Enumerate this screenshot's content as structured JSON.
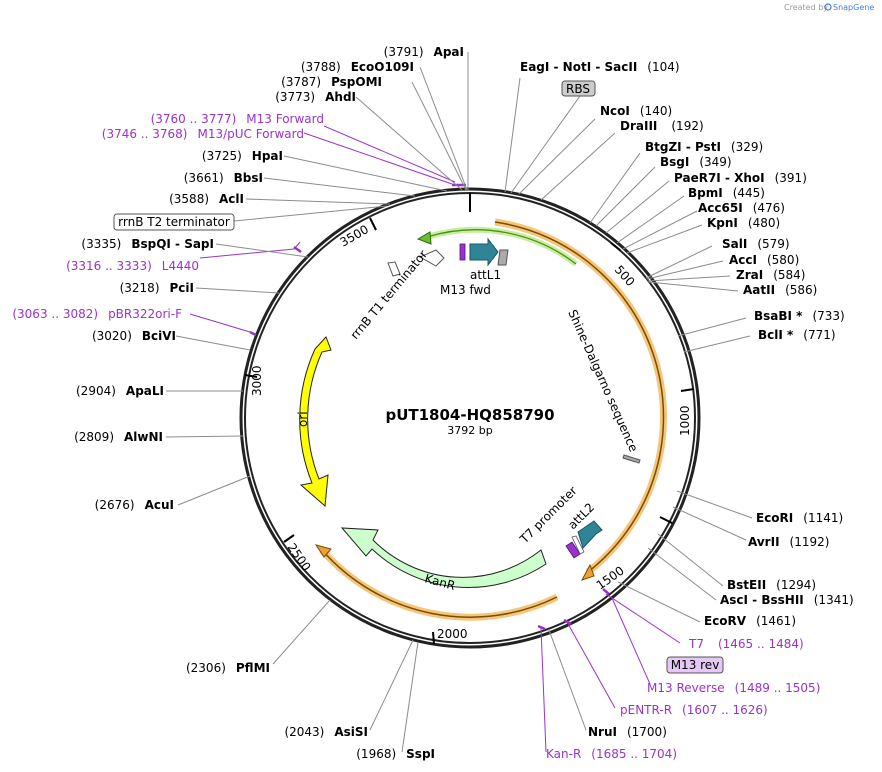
{
  "credit": {
    "prefix": "Created by",
    "brand": "SnapGene"
  },
  "plasmid": {
    "name": "pUT1804-HQ858790",
    "size": "3792 bp"
  },
  "ticks": [
    "500",
    "1000",
    "1500",
    "2000",
    "2500",
    "3000",
    "3500"
  ],
  "sites_right": [
    {
      "name": "EagI  -  NotI  -  SacII",
      "pos": "(104)"
    },
    {
      "name": "NcoI",
      "pos": "(140)"
    },
    {
      "name": "DraIII",
      "pos": "(192)"
    },
    {
      "name": "BtgZI  -  PstI",
      "pos": "(329)"
    },
    {
      "name": "BsgI",
      "pos": "(349)"
    },
    {
      "name": "PaeR7I  -  XhoI",
      "pos": "(391)"
    },
    {
      "name": "BpmI",
      "pos": "(445)"
    },
    {
      "name": "Acc65I",
      "pos": "(476)"
    },
    {
      "name": "KpnI",
      "pos": "(480)"
    },
    {
      "name": "SalI",
      "pos": "(579)"
    },
    {
      "name": "AccI",
      "pos": "(580)"
    },
    {
      "name": "ZraI",
      "pos": "(584)"
    },
    {
      "name": "AatII",
      "pos": "(586)"
    },
    {
      "name": "BsaBI *",
      "pos": "(733)"
    },
    {
      "name": "BclI *",
      "pos": "(771)"
    },
    {
      "name": "EcoRI",
      "pos": "(1141)"
    },
    {
      "name": "AvrII",
      "pos": "(1192)"
    },
    {
      "name": "BstEII",
      "pos": "(1294)"
    },
    {
      "name": "AscI  -  BssHII",
      "pos": "(1341)"
    },
    {
      "name": "EcoRV",
      "pos": "(1461)"
    },
    {
      "name": "NruI",
      "pos": "(1700)"
    }
  ],
  "sites_left": [
    {
      "name": "ApaI",
      "pos": "(3791)"
    },
    {
      "name": "EcoO109I",
      "pos": "(3788)"
    },
    {
      "name": "PspOMI",
      "pos": "(3787)"
    },
    {
      "name": "AhdI",
      "pos": "(3773)"
    },
    {
      "name": "HpaI",
      "pos": "(3725)"
    },
    {
      "name": "BbsI",
      "pos": "(3661)"
    },
    {
      "name": "AclI",
      "pos": "(3588)"
    },
    {
      "name": "BspQI  -  SapI",
      "pos": "(3335)"
    },
    {
      "name": "PciI",
      "pos": "(3218)"
    },
    {
      "name": "BciVI",
      "pos": "(3020)"
    },
    {
      "name": "ApaLI",
      "pos": "(2904)"
    },
    {
      "name": "AlwNI",
      "pos": "(2809)"
    },
    {
      "name": "AcuI",
      "pos": "(2676)"
    },
    {
      "name": "PflMI",
      "pos": "(2306)"
    },
    {
      "name": "AsiSI",
      "pos": "(2043)"
    },
    {
      "name": "SspI",
      "pos": "(1968)"
    }
  ],
  "primers_left": [
    {
      "range": "(3760 .. 3777)",
      "name": "M13 Forward"
    },
    {
      "range": "(3746 .. 3768)",
      "name": "M13/pUC Forward"
    },
    {
      "range": "(3316 .. 3333)",
      "name": "L4440"
    },
    {
      "range": "(3063 .. 3082)",
      "name": "pBR322ori-F"
    }
  ],
  "primers_right": [
    {
      "name": "T7",
      "range": "(1465 .. 1484)"
    },
    {
      "name": "M13 Reverse",
      "range": "(1489 .. 1505)"
    },
    {
      "name": "pENTR-R",
      "range": "(1607 .. 1626)"
    },
    {
      "name": "Kan-R",
      "range": "(1685 .. 1704)"
    }
  ],
  "boxes": {
    "rbs": "RBS",
    "rrnb_t2": "rrnB T2 terminator",
    "m13_rev": "M13 rev"
  },
  "features": {
    "attl1": "attL1",
    "m13_fwd": "M13 fwd",
    "rrnb_t1": "rrnB T1 terminator",
    "shine": "Shine-Dalgarno sequence",
    "t7": "T7 promoter",
    "attl2": "attL2",
    "kanr": "KanR",
    "ori": "ori"
  },
  "colors": {
    "orange": "#f0a030",
    "green_arrow": "#6abf2a",
    "ori": "#ffff00",
    "kanr": "#ccffcc",
    "att": "#2f8595",
    "primer": "#9933cc",
    "rbs_box": "#cccccc",
    "m13rev_box": "#e6c8f5"
  }
}
